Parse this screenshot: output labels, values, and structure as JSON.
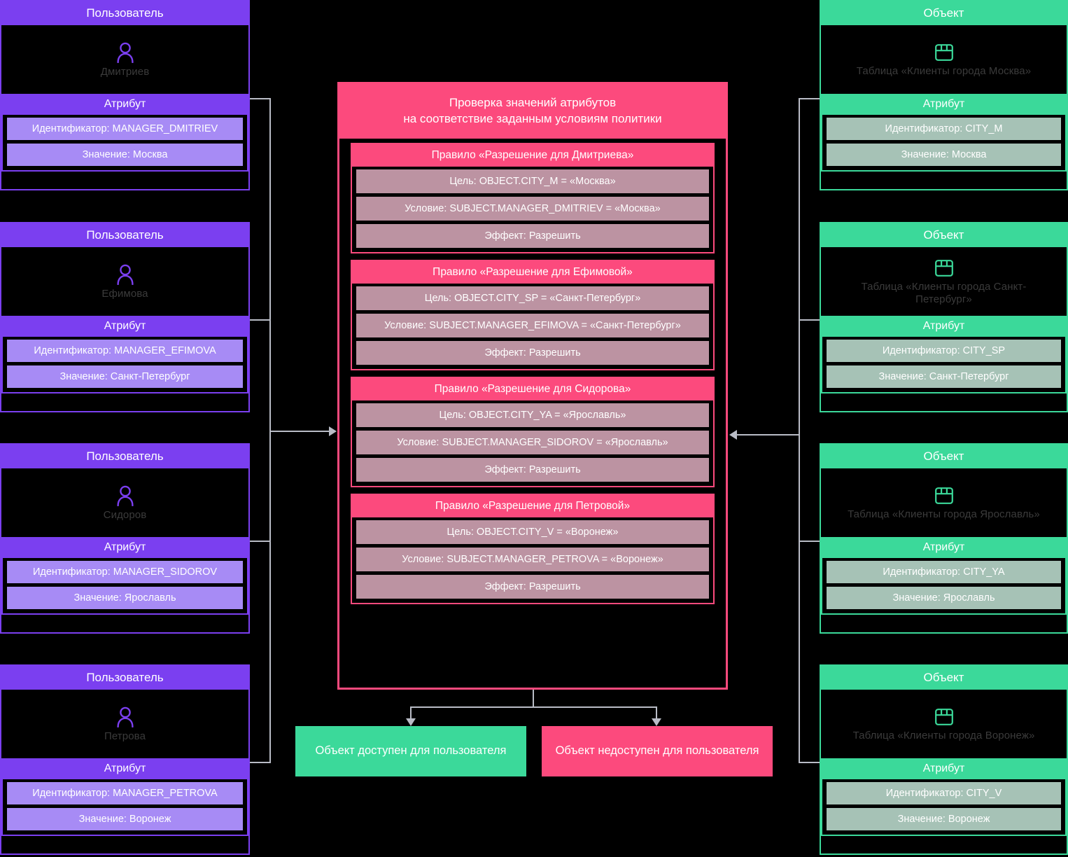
{
  "users": [
    {
      "header": "Пользователь",
      "name": "Дмитриев",
      "attribute_header": "Атрибут",
      "identifier": "Идентификатор: MANAGER_DMITRIEV",
      "value": "Значение: Москва"
    },
    {
      "header": "Пользователь",
      "name": "Ефимова",
      "attribute_header": "Атрибут",
      "identifier": "Идентификатор: MANAGER_EFIMOVA",
      "value": "Значение: Санкт-Петербург"
    },
    {
      "header": "Пользователь",
      "name": "Сидоров",
      "attribute_header": "Атрибут",
      "identifier": "Идентификатор: MANAGER_SIDOROV",
      "value": "Значение: Ярославль"
    },
    {
      "header": "Пользователь",
      "name": "Петрова",
      "attribute_header": "Атрибут",
      "identifier": "Идентификатор: MANAGER_PETROVA",
      "value": "Значение: Воронеж"
    }
  ],
  "objects": [
    {
      "header": "Объект",
      "name": "Таблица «Клиенты города Москва»",
      "attribute_header": "Атрибут",
      "identifier": "Идентификатор: CITY_M",
      "value": "Значение: Москва"
    },
    {
      "header": "Объект",
      "name": "Таблица «Клиенты города Санкт-Петербург»",
      "attribute_header": "Атрибут",
      "identifier": "Идентификатор: CITY_SP",
      "value": "Значение: Санкт-Петербург"
    },
    {
      "header": "Объект",
      "name": "Таблица «Клиенты города Ярославль»",
      "attribute_header": "Атрибут",
      "identifier": "Идентификатор: CITY_YA",
      "value": "Значение: Ярославль"
    },
    {
      "header": "Объект",
      "name": "Таблица «Клиенты города Воронеж»",
      "attribute_header": "Атрибут",
      "identifier": "Идентификатор: CITY_V",
      "value": "Значение: Воронеж"
    }
  ],
  "policy": {
    "title_line1": "Проверка значений атрибутов",
    "title_line2": "на соответствие заданным условиям политики",
    "rules": [
      {
        "name": "Правило «Разрешение для Дмитриева»",
        "target": "Цель: OBJECT.CITY_M = «Москва»",
        "condition": "Условие: SUBJECT.MANAGER_DMITRIEV = «Москва»",
        "effect": "Эффект: Разрешить"
      },
      {
        "name": "Правило «Разрешение для Ефимовой»",
        "target": "Цель: OBJECT.CITY_SP = «Санкт-Петербург»",
        "condition": "Условие: SUBJECT.MANAGER_EFIMOVA = «Санкт-Петербург»",
        "effect": "Эффект: Разрешить"
      },
      {
        "name": "Правило «Разрешение для Сидорова»",
        "target": "Цель: OBJECT.CITY_YA = «Ярославль»",
        "condition": "Условие: SUBJECT.MANAGER_SIDOROV = «Ярославль»",
        "effect": "Эффект: Разрешить"
      },
      {
        "name": "Правило «Разрешение для Петровой»",
        "target": "Цель: OBJECT.CITY_V = «Воронеж»",
        "condition": "Условие: SUBJECT.MANAGER_PETROVA = «Воронеж»",
        "effect": "Эффект: Разрешить"
      }
    ]
  },
  "outcomes": {
    "allow": "Объект доступен для пользователя",
    "deny": "Объект недоступен для пользователя"
  },
  "icons": {
    "user": "person-icon",
    "object": "table-icon"
  },
  "colors": {
    "user_accent": "#7B3FF0",
    "user_attr": "#A78BF5",
    "object_accent": "#3BD99A",
    "object_attr": "#A6C2B6",
    "policy_accent": "#FC4A7D",
    "rule_row": "#BC93A2",
    "connector": "#b9bcc6",
    "background": "#000000",
    "entity_name": "#3b3b3b"
  }
}
